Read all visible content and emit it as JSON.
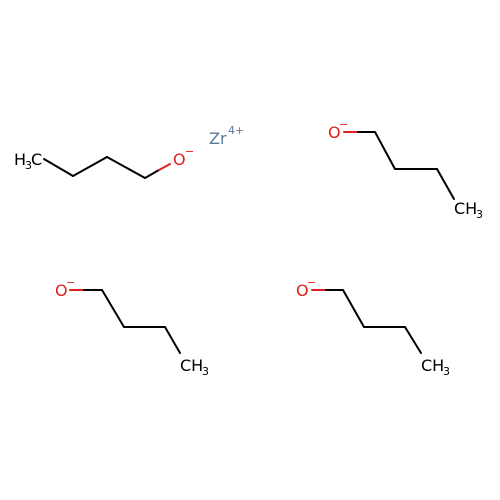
{
  "colors": {
    "carbon": "#000000",
    "oxygen": "#e0201c",
    "metal": "#5a7a9a",
    "background": "#ffffff"
  },
  "zirconium": {
    "symbol": "Zr",
    "charge": "4+"
  },
  "butoxides": [
    {
      "oxygen": {
        "symbol": "O",
        "charge": "−"
      },
      "methyl": {
        "symbol": "H",
        "sub": "3",
        "tail": "C"
      }
    },
    {
      "oxygen": {
        "symbol": "O",
        "charge": "−"
      },
      "methyl": {
        "symbol": "CH",
        "sub": "3"
      }
    },
    {
      "oxygen": {
        "symbol": "O",
        "charge": "−"
      },
      "methyl": {
        "symbol": "CH",
        "sub": "3"
      }
    },
    {
      "oxygen": {
        "symbol": "O",
        "charge": "−"
      },
      "methyl": {
        "symbol": "CH",
        "sub": "3"
      }
    }
  ]
}
